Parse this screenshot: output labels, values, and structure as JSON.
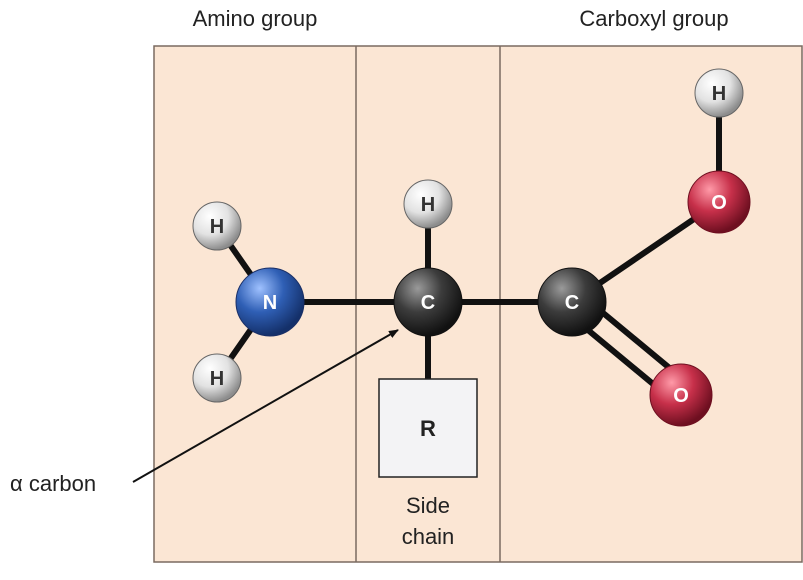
{
  "labels": {
    "amino_group": "Amino group",
    "carboxyl_group": "Carboxyl group",
    "alpha_carbon": "α carbon",
    "side_chain_line1": "Side",
    "side_chain_line2": "chain",
    "r_group": "R"
  },
  "atoms": {
    "n": "N",
    "c_alpha": "C",
    "c_carboxyl": "C",
    "o_hydroxyl": "O",
    "o_double": "O",
    "h": "H"
  },
  "colors": {
    "panel_fill": "#fbe6d4",
    "panel_border": "#7a6a60",
    "bond": "#111111",
    "hydrogen": "#e6e6e6",
    "nitrogen": "#2f5fb5",
    "carbon": "#3c3c3c",
    "oxygen": "#c7304a",
    "r_box": "#f3f3f5"
  }
}
